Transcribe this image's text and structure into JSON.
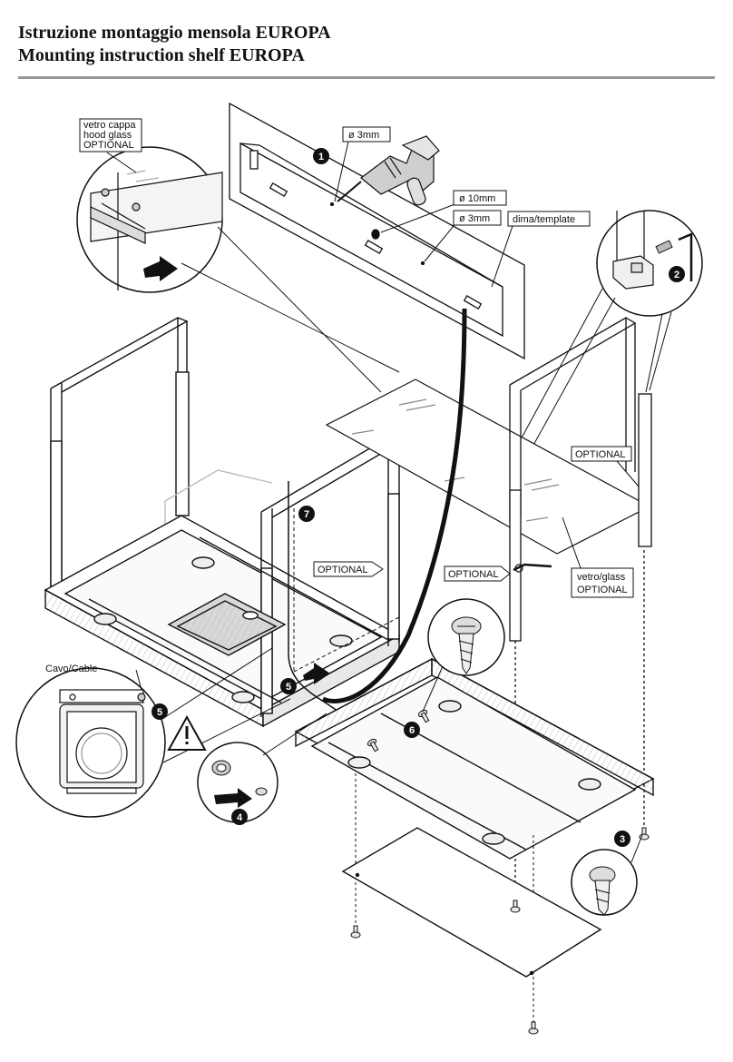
{
  "title": {
    "line1": "Istruzione montaggio mensola EUROPA",
    "line2": "Mounting instruction shelf EUROPA"
  },
  "callouts": {
    "hood_glass_l1": "vetro cappa",
    "hood_glass_l2": "hood glass",
    "hood_glass_l3": "OPTIONAL",
    "drill_3mm_a": "ø 3mm",
    "drill_10mm": "ø 10mm",
    "drill_3mm_b": "ø 3mm",
    "template": "dima/template",
    "optional_right": "OPTIONAL",
    "optional_center": "OPTIONAL",
    "optional_mid": "OPTIONAL",
    "glass_l1": "vetro/glass",
    "glass_l2": "OPTIONAL",
    "cable": "Cavo/Cable"
  },
  "steps": [
    "1",
    "2",
    "3",
    "4",
    "5",
    "5",
    "6",
    "7"
  ],
  "icons": [
    "drill-icon",
    "allen-key-icon",
    "screw-icon",
    "warning-triangle-icon",
    "cable-gland-icon"
  ]
}
